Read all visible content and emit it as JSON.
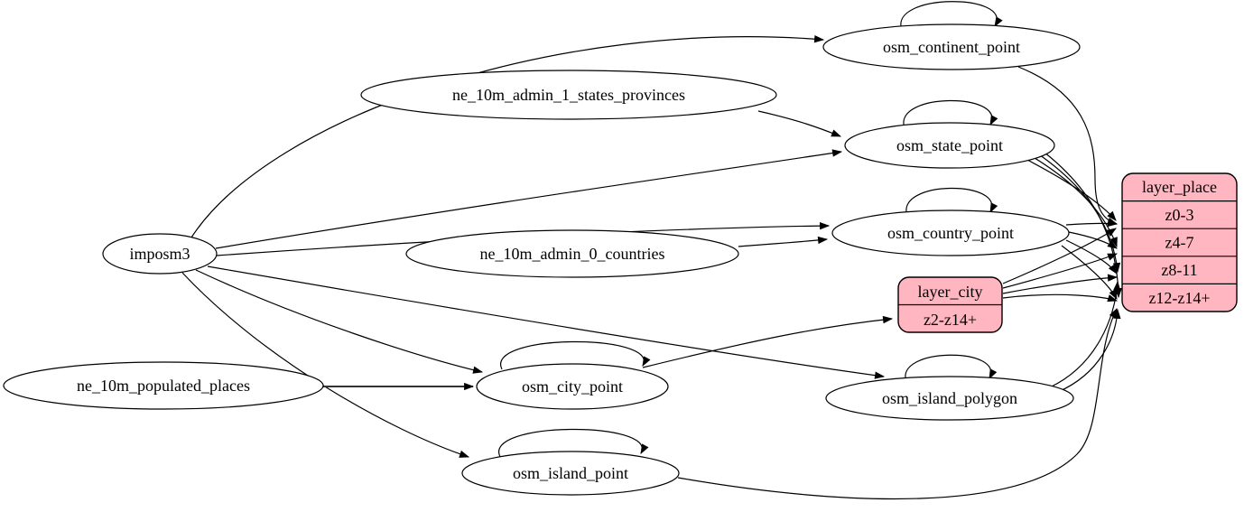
{
  "diagram": {
    "kind": "directed-graph",
    "background": "#ffffff",
    "node_fill": "#ffffff",
    "record_fill": "#ffb6c1",
    "stroke": "#000000",
    "edge_color": "#000000"
  },
  "nodes": {
    "imposm3": {
      "label": "imposm3",
      "shape": "ellipse"
    },
    "ne_10m_admin_1_states_provinces": {
      "label": "ne_10m_admin_1_states_provinces",
      "shape": "ellipse"
    },
    "ne_10m_admin_0_countries": {
      "label": "ne_10m_admin_0_countries",
      "shape": "ellipse"
    },
    "ne_10m_populated_places": {
      "label": "ne_10m_populated_places",
      "shape": "ellipse"
    },
    "osm_continent_point": {
      "label": "osm_continent_point",
      "shape": "ellipse"
    },
    "osm_state_point": {
      "label": "osm_state_point",
      "shape": "ellipse"
    },
    "osm_country_point": {
      "label": "osm_country_point",
      "shape": "ellipse"
    },
    "osm_city_point": {
      "label": "osm_city_point",
      "shape": "ellipse"
    },
    "osm_island_polygon": {
      "label": "osm_island_polygon",
      "shape": "ellipse"
    },
    "osm_island_point": {
      "label": "osm_island_point",
      "shape": "ellipse"
    }
  },
  "records": {
    "layer_city": {
      "title": "layer_city",
      "rows": [
        "z2-z14+"
      ]
    },
    "layer_place": {
      "title": "layer_place",
      "rows": [
        "z0-3",
        "z4-7",
        "z8-11",
        "z12-z14+"
      ]
    }
  },
  "edges": [
    {
      "from": "imposm3",
      "to": "osm_continent_point"
    },
    {
      "from": "imposm3",
      "to": "osm_state_point"
    },
    {
      "from": "imposm3",
      "to": "osm_country_point"
    },
    {
      "from": "imposm3",
      "to": "osm_city_point"
    },
    {
      "from": "imposm3",
      "to": "osm_island_polygon"
    },
    {
      "from": "imposm3",
      "to": "osm_island_point"
    },
    {
      "from": "ne_10m_admin_1_states_provinces",
      "to": "osm_state_point"
    },
    {
      "from": "ne_10m_admin_0_countries",
      "to": "osm_country_point"
    },
    {
      "from": "ne_10m_populated_places",
      "to": "osm_city_point"
    },
    {
      "from": "osm_continent_point",
      "to": "osm_continent_point"
    },
    {
      "from": "osm_state_point",
      "to": "osm_state_point"
    },
    {
      "from": "osm_country_point",
      "to": "osm_country_point"
    },
    {
      "from": "osm_city_point",
      "to": "osm_city_point"
    },
    {
      "from": "osm_island_polygon",
      "to": "osm_island_polygon"
    },
    {
      "from": "osm_island_point",
      "to": "osm_island_point"
    },
    {
      "from": "osm_city_point",
      "to": "layer_city:z2-z14+"
    },
    {
      "from": "osm_continent_point",
      "to": "layer_place:z0-3"
    },
    {
      "from": "osm_state_point",
      "to": "layer_place:z0-3"
    },
    {
      "from": "osm_state_point",
      "to": "layer_place:z4-7"
    },
    {
      "from": "osm_state_point",
      "to": "layer_place:z8-11"
    },
    {
      "from": "osm_state_point",
      "to": "layer_place:z12-z14+"
    },
    {
      "from": "osm_country_point",
      "to": "layer_place:z0-3"
    },
    {
      "from": "osm_country_point",
      "to": "layer_place:z4-7"
    },
    {
      "from": "osm_country_point",
      "to": "layer_place:z8-11"
    },
    {
      "from": "osm_country_point",
      "to": "layer_place:z12-z14+"
    },
    {
      "from": "layer_city",
      "to": "layer_place:z0-3"
    },
    {
      "from": "layer_city",
      "to": "layer_place:z4-7"
    },
    {
      "from": "layer_city",
      "to": "layer_place:z8-11"
    },
    {
      "from": "layer_city",
      "to": "layer_place:z12-z14+"
    },
    {
      "from": "osm_island_polygon",
      "to": "layer_place:z8-11"
    },
    {
      "from": "osm_island_polygon",
      "to": "layer_place:z12-z14+"
    },
    {
      "from": "osm_island_point",
      "to": "layer_place:z12-z14+"
    }
  ]
}
